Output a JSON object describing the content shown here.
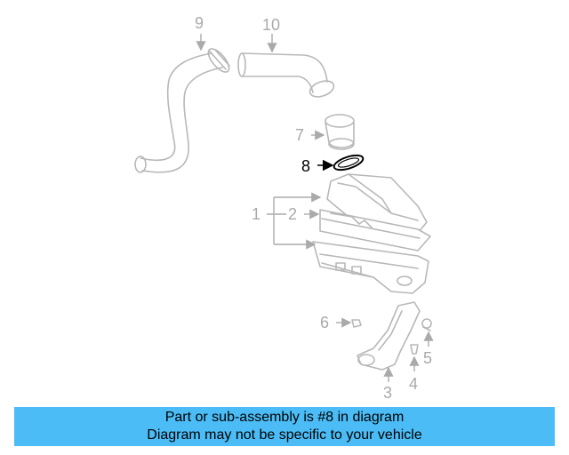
{
  "callouts": {
    "c1": "1",
    "c2": "2",
    "c3": "3",
    "c4": "4",
    "c5": "5",
    "c6": "6",
    "c7": "7",
    "c8": "8",
    "c9": "9",
    "c10": "10"
  },
  "highlight": "8",
  "banner": {
    "line1": "Part or sub-assembly is #8 in diagram",
    "line2": "Diagram may not be specific to your vehicle",
    "color": "#4bbcf5"
  }
}
